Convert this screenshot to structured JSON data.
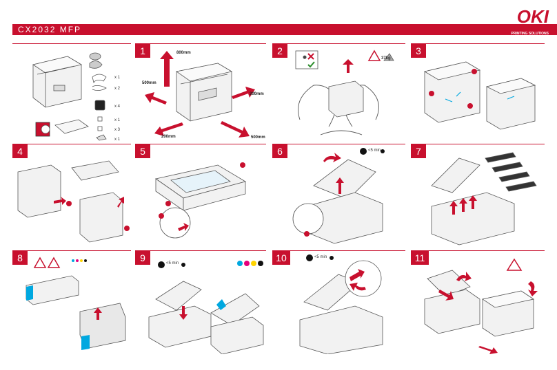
{
  "header": {
    "title": "CX2032 MFP"
  },
  "logo": {
    "brand": "OKI",
    "tagline": "PRINTING SOLUTIONS"
  },
  "colors": {
    "accent": "#c8102e",
    "cyan": "#00a8e0",
    "magenta": "#e4007c",
    "yellow": "#ffd400",
    "black": "#111111"
  },
  "steps": [
    "1",
    "2",
    "3",
    "4",
    "5",
    "6",
    "7",
    "8",
    "9",
    "10",
    "11"
  ],
  "step1": {
    "dim_top": "800mm",
    "dim_left": "500mm",
    "dim_right": "200mm",
    "dim_bottom_left": "200mm",
    "dim_bottom_right": "500mm"
  },
  "step2": {
    "weight": "37kg"
  },
  "accessories": {
    "qty1": "x 1",
    "qty2": "x 2",
    "qty3": "x 3",
    "qty4": "x 4",
    "qty5": "x 1",
    "qty6": "x 1"
  },
  "step6": {
    "time": "<5 min"
  },
  "step9": {
    "time": "<5 min"
  },
  "step10": {
    "time": "<5 min"
  },
  "icons": [
    "warning-icon",
    "sun-icon",
    "clock-icon",
    "printer-icon",
    "arrow-icon"
  ]
}
